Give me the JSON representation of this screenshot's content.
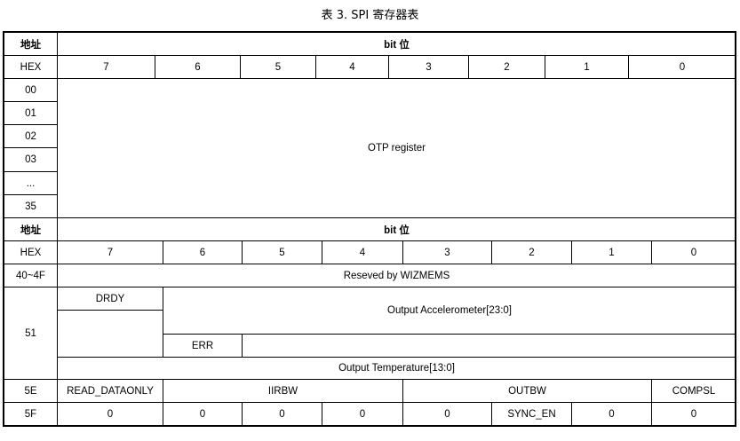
{
  "title": "表 3. SPI 寄存器表",
  "section1": {
    "addr_header": "地址",
    "bit_header": "bit 位",
    "hex_label": "HEX",
    "bits": [
      "7",
      "6",
      "5",
      "4",
      "3",
      "2",
      "1",
      "0"
    ],
    "addresses": [
      "00",
      "01",
      "02",
      "03",
      "...",
      "35"
    ],
    "otp": "OTP register"
  },
  "section2": {
    "addr_header": "地址",
    "bit_header": "bit 位",
    "hex_label": "HEX",
    "bits": [
      "7",
      "6",
      "5",
      "4",
      "3",
      "2",
      "1",
      "0"
    ],
    "reserved": {
      "addr": "40~4F",
      "text": "Reseved by WIZMEMS"
    },
    "reg51": {
      "addr": "51",
      "drdy": "DRDY",
      "accel": "Output Accelerometer[23:0]",
      "err": "ERR",
      "temp": "Output Temperature[13:0]"
    },
    "reg5E": {
      "addr": "5E",
      "read_dataonly": "READ_DATAONLY",
      "iirbw": "IIRBW",
      "outbw": "OUTBW",
      "compsl": "COMPSL"
    },
    "reg5F": {
      "addr": "5F",
      "bits": [
        "0",
        "0",
        "0",
        "0",
        "0",
        "SYNC_EN",
        "0",
        "0"
      ]
    }
  }
}
